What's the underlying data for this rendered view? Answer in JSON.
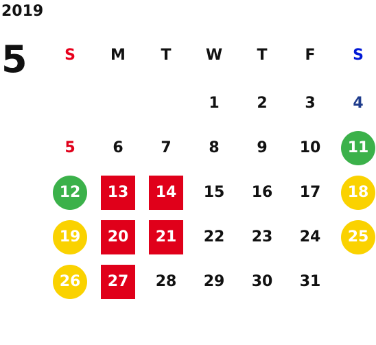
{
  "calendar": {
    "year": "2019",
    "month": "5",
    "weekdays": [
      {
        "label": "S",
        "kind": "sun"
      },
      {
        "label": "M",
        "kind": ""
      },
      {
        "label": "T",
        "kind": ""
      },
      {
        "label": "W",
        "kind": ""
      },
      {
        "label": "T",
        "kind": ""
      },
      {
        "label": "F",
        "kind": ""
      },
      {
        "label": "S",
        "kind": "sat"
      }
    ],
    "weeks": [
      [
        null,
        null,
        null,
        {
          "d": "1"
        },
        {
          "d": "2"
        },
        {
          "d": "3"
        },
        {
          "d": "4",
          "kind": "sat"
        }
      ],
      [
        {
          "d": "5",
          "kind": "sun"
        },
        {
          "d": "6"
        },
        {
          "d": "7"
        },
        {
          "d": "8"
        },
        {
          "d": "9"
        },
        {
          "d": "10"
        },
        {
          "d": "11",
          "mark": "green"
        }
      ],
      [
        {
          "d": "12",
          "mark": "green"
        },
        {
          "d": "13",
          "mark": "red"
        },
        {
          "d": "14",
          "mark": "red"
        },
        {
          "d": "15"
        },
        {
          "d": "16"
        },
        {
          "d": "17"
        },
        {
          "d": "18",
          "mark": "yellow"
        }
      ],
      [
        {
          "d": "19",
          "mark": "yellow"
        },
        {
          "d": "20",
          "mark": "red"
        },
        {
          "d": "21",
          "mark": "red"
        },
        {
          "d": "22"
        },
        {
          "d": "23"
        },
        {
          "d": "24"
        },
        {
          "d": "25",
          "mark": "yellow"
        }
      ],
      [
        {
          "d": "26",
          "mark": "yellow"
        },
        {
          "d": "27",
          "mark": "red"
        },
        {
          "d": "28"
        },
        {
          "d": "29"
        },
        {
          "d": "30"
        },
        {
          "d": "31"
        },
        null
      ]
    ],
    "colors": {
      "sunday_text": "#e0001a",
      "saturday_header": "#0018d6",
      "saturday_text": "#1f3c8c",
      "red_mark": "#e0001a",
      "green_mark": "#3bb14a",
      "yellow_mark": "#fad200"
    }
  }
}
